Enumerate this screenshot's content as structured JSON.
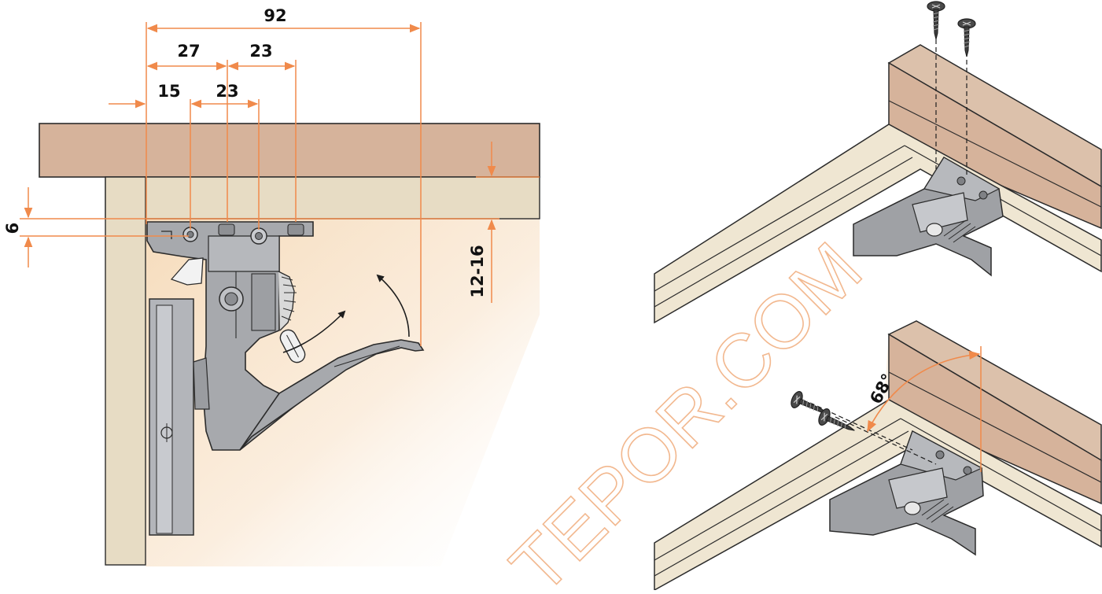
{
  "dimensions": {
    "overall_width": "92",
    "hole_spacing_a": "27",
    "hole_spacing_b": "23",
    "edge_offset": "15",
    "hole_spacing_c": "23",
    "vertical_offset": "6",
    "panel_thickness": "12-16"
  },
  "mounting_angle": "68°",
  "watermark": "TEPOR.COM",
  "colors": {
    "dimension_orange": "#f08a4b",
    "wood_top": "#d6b39b",
    "panel_front": "#e7dcc4",
    "mechanism_gray": "#a7a9ad",
    "outline": "#2b2b2b"
  },
  "icons": [
    "wood-screw-icon",
    "pull-arrow-icon",
    "rotate-arrow-icon",
    "angle-arc-icon"
  ]
}
